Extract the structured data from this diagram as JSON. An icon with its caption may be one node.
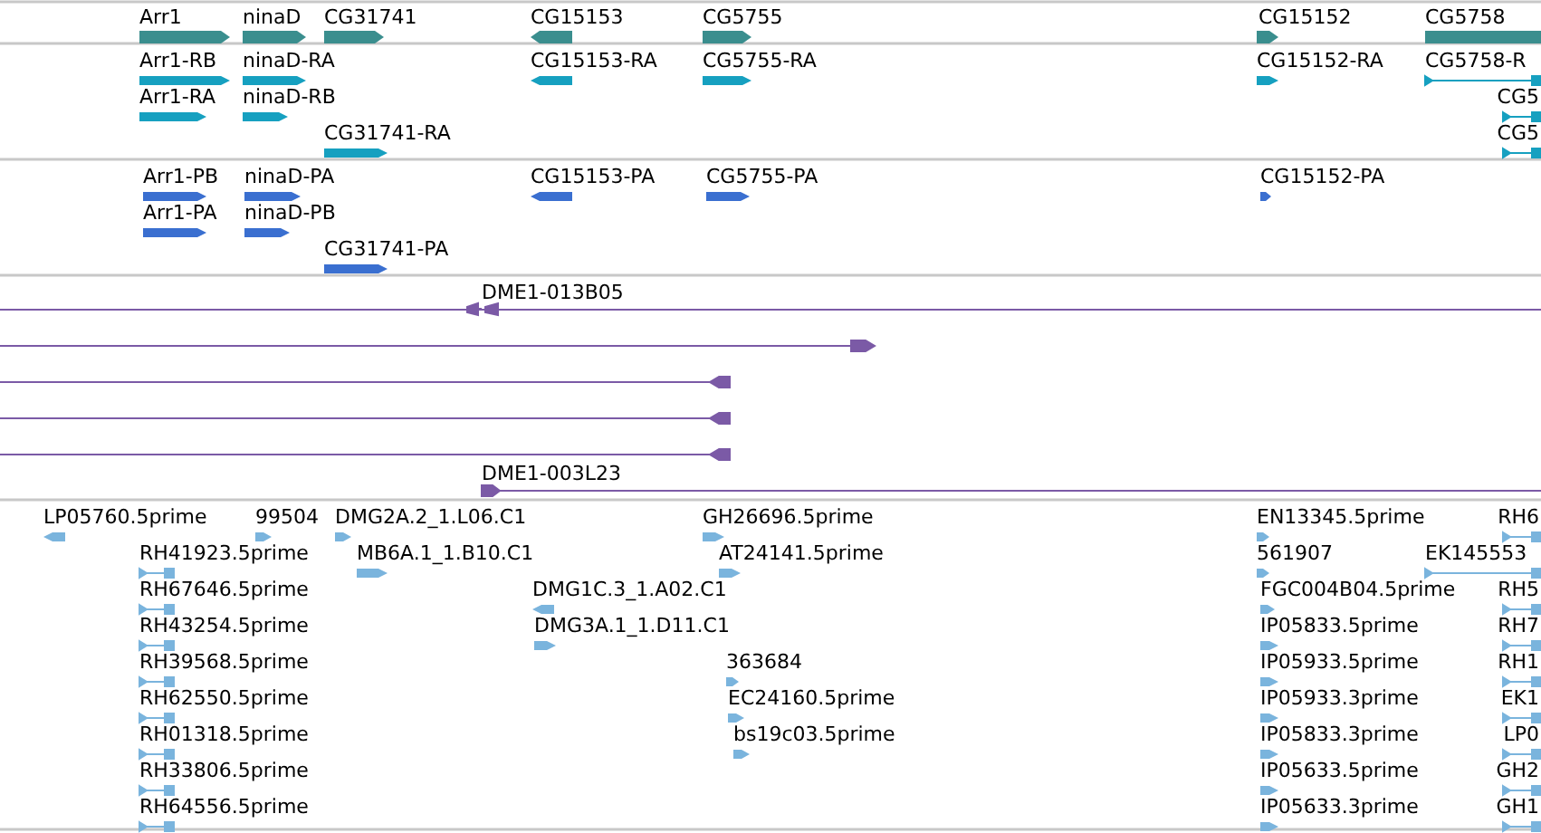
{
  "diagram": {
    "labels": [
      "Arr1",
      "ninaD",
      "CG31741",
      "CG15153",
      "CG5755",
      "CG15152",
      "CG5758",
      "Arr1-RB",
      "ninaD-RA",
      "CG15153-RA",
      "CG5755-RA",
      "CG15152-RA",
      "CG5758-R",
      "Arr1-RA",
      "ninaD-RB",
      "CG5",
      "CG31741-RA",
      "CG5",
      "Arr1-PB",
      "ninaD-PA",
      "CG15153-PA",
      "CG5755-PA",
      "CG15152-PA",
      "Arr1-PA",
      "ninaD-PB",
      "CG31741-PA",
      "DME1-013B05",
      "DME1-003L23",
      "LP05760.5prime",
      "99504",
      "DMG2A.2_1.L06.C1",
      "GH26696.5prime",
      "EN13345.5prime",
      "RH6",
      "RH41923.5prime",
      "MB6A.1_1.B10.C1",
      "AT24141.5prime",
      "561907",
      "EK145553",
      "RH67646.5prime",
      "DMG1C.3_1.A02.C1",
      "FGC004B04.5prime",
      "RH5",
      "RH43254.5prime",
      "DMG3A.1_1.D11.C1",
      "IP05833.5prime",
      "RH7",
      "RH39568.5prime",
      "363684",
      "IP05933.5prime",
      "RH1",
      "RH62550.5prime",
      "EC24160.5prime",
      "IP05933.3prime",
      "EK1",
      "RH01318.5prime",
      "bs19c03.5prime",
      "IP05833.3prime",
      "LP0",
      "RH33806.5prime",
      "IP05633.5prime",
      "GH2",
      "RH64556.5prime",
      "IP05633.3prime",
      "GH1"
    ]
  }
}
